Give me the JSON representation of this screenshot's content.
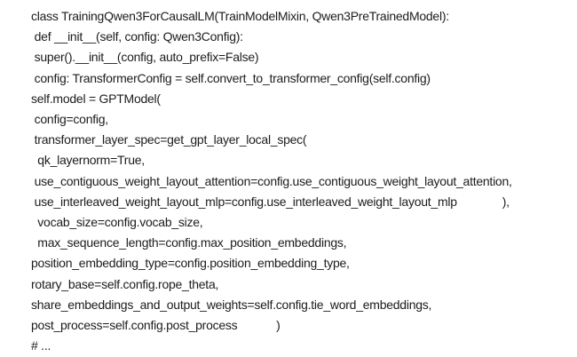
{
  "document": {
    "background_color": "#ffffff",
    "text_color": "#1c1c1c",
    "language": "python",
    "lines": [
      "class TrainingQwen3ForCausalLM(TrainModelMixin, Qwen3PreTrainedModel):",
      " def __init__(self, config: Qwen3Config):",
      " super().__init__(config, auto_prefix=False)",
      " config: TransformerConfig = self.convert_to_transformer_config(self.config)",
      "self.model = GPTModel(",
      " config=config,",
      " transformer_layer_spec=get_gpt_layer_local_spec(",
      "  qk_layernorm=True,",
      " use_contiguous_weight_layout_attention=config.use_contiguous_weight_layout_attention,",
      " use_interleaved_weight_layout_mlp=config.use_interleaved_weight_layout_mlp              ),",
      "  vocab_size=config.vocab_size,",
      "  max_sequence_length=config.max_position_embeddings,",
      "position_embedding_type=config.position_embedding_type,",
      "rotary_base=self.config.rope_theta,",
      "share_embeddings_and_output_weights=self.config.tie_word_embeddings,",
      "post_process=self.config.post_process            )",
      "# ..."
    ]
  }
}
